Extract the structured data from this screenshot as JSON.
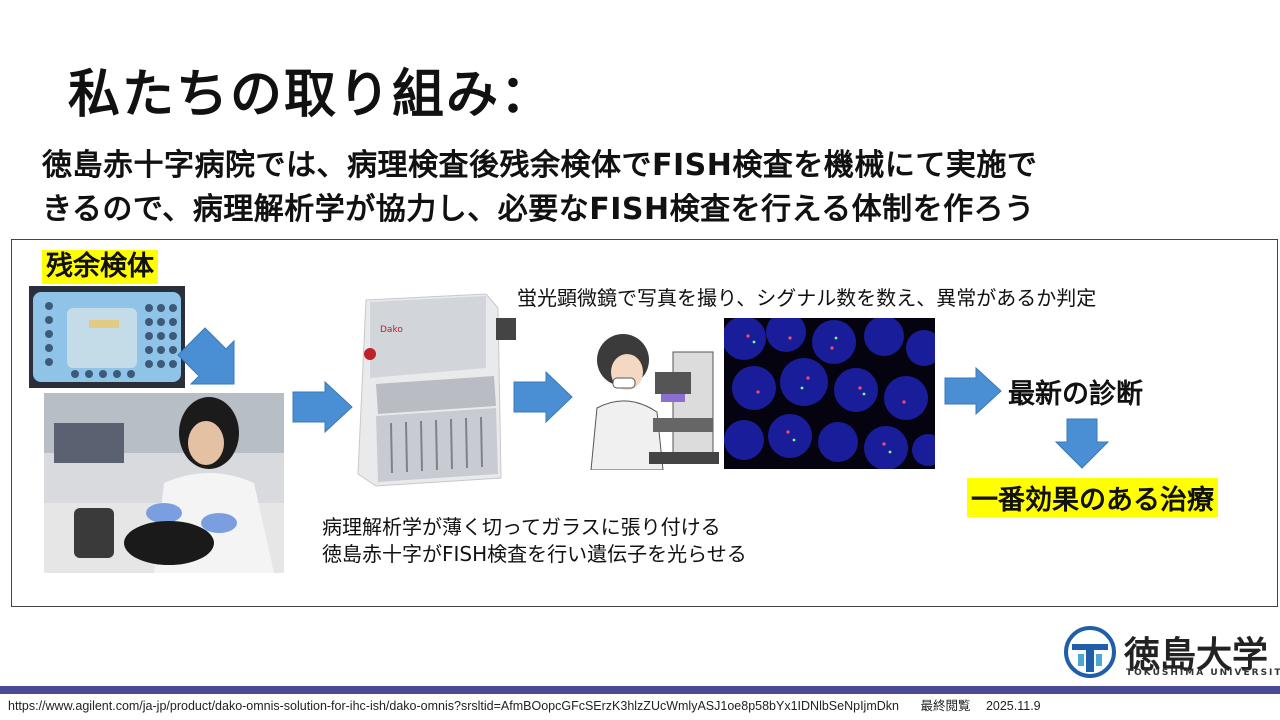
{
  "title": "私たちの取り組み：",
  "intro": {
    "line1": "徳島赤十字病院では、病理検査後残余検体でFISH検査を機械にて実施で",
    "line2": "きるので、病理解析学が協力し、必要なFISH検査を行える体制を作ろう"
  },
  "diagram": {
    "sample_label": "残余検体",
    "microscope_caption": "蛍光顕微鏡で写真を撮り、シグナル数を数え、異常があるか判定",
    "bottom_caption_1": "病理解析学が薄く切ってガラスに張り付ける",
    "bottom_caption_2": "徳島赤十字がFISH検査を行い遺伝子を光らせる",
    "diagnosis": "最新の診断",
    "treatment": "一番効果のある治療",
    "machine_brand": "Dako"
  },
  "logo": {
    "name": "徳島大学",
    "sub": "TOKUSHIMA UNIVERSITY"
  },
  "footer": {
    "url": "https://www.agilent.com/ja-jp/product/dako-omnis-solution-for-ihc-ish/dako-omnis?srsltid=AfmBOopcGFcSErzK3hlzZUcWmlyASJ1oe8p58bYx1IDNlbSeNpIjmDkn",
    "access_label": "最終閲覧",
    "access_date": "2025.11.9"
  },
  "colors": {
    "arrow": "#4a8fd4",
    "highlight": "#ffff00",
    "bar": "#4a4a95"
  }
}
